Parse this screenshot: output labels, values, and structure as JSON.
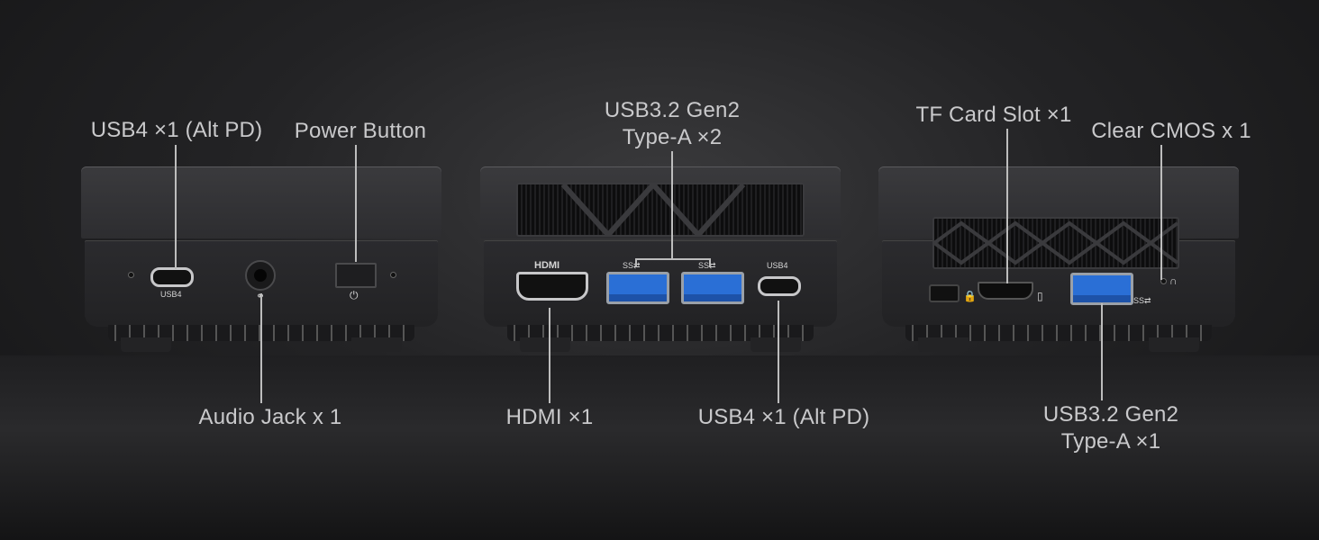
{
  "labels": {
    "usb4_left": "USB4 ×1 (Alt PD)",
    "power_button": "Power Button",
    "audio_jack": "Audio Jack x 1",
    "usb32_two_line1": "USB3.2 Gen2",
    "usb32_two_line2": "Type-A ×2",
    "hdmi": "HDMI ×1",
    "usb4_middle": "USB4 ×1 (Alt PD)",
    "tf_card": "TF Card Slot ×1",
    "clear_cmos": "Clear CMOS x 1",
    "usb32_one_line1": "USB3.2 Gen2",
    "usb32_one_line2": "Type-A ×1"
  },
  "port_marks": {
    "usb4_a": "USB4",
    "usb4_b": "USB4",
    "hdmi_logo": "HDMI"
  },
  "colors": {
    "usb_a_port": "#2a6fd6",
    "label_text": "#c9c9cb",
    "background": "#232325"
  }
}
